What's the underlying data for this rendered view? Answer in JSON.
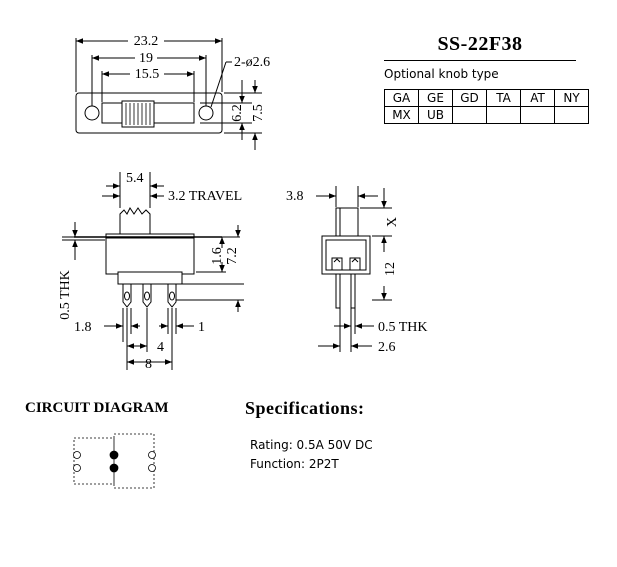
{
  "title": "SS-22F38",
  "knob_options": {
    "caption": "Optional knob type",
    "rows": [
      [
        "GA",
        "GE",
        "GD",
        "TA",
        "AT",
        "NY"
      ],
      [
        "MX",
        "UB",
        "",
        "",
        "",
        ""
      ]
    ]
  },
  "dimensions": {
    "overall_length": "23.2",
    "hole_pitch": "19",
    "slot_length": "15.5",
    "mount_holes": "2-ø2.6",
    "body_height": "6.2",
    "plate_height": "7.5",
    "actuator_width": "5.4",
    "travel": "3.2 TRAVEL",
    "actuator_height": "1.6",
    "side_height": "7.2",
    "plate_thickness": "0.5 THK",
    "pin_offset": "1.8",
    "pin_pitch": "4",
    "pin_width": "1",
    "pin_span": "8",
    "end_actuator_width": "3.8",
    "knob_height": "X",
    "end_height": "12",
    "pin_thickness": "0.5 THK",
    "pin_depth": "2.6"
  },
  "circuit": {
    "title": "CIRCUIT DIAGRAM"
  },
  "specifications": {
    "title": "Specifications:",
    "rating": "Rating: 0.5A 50V DC",
    "function": "Function: 2P2T"
  }
}
